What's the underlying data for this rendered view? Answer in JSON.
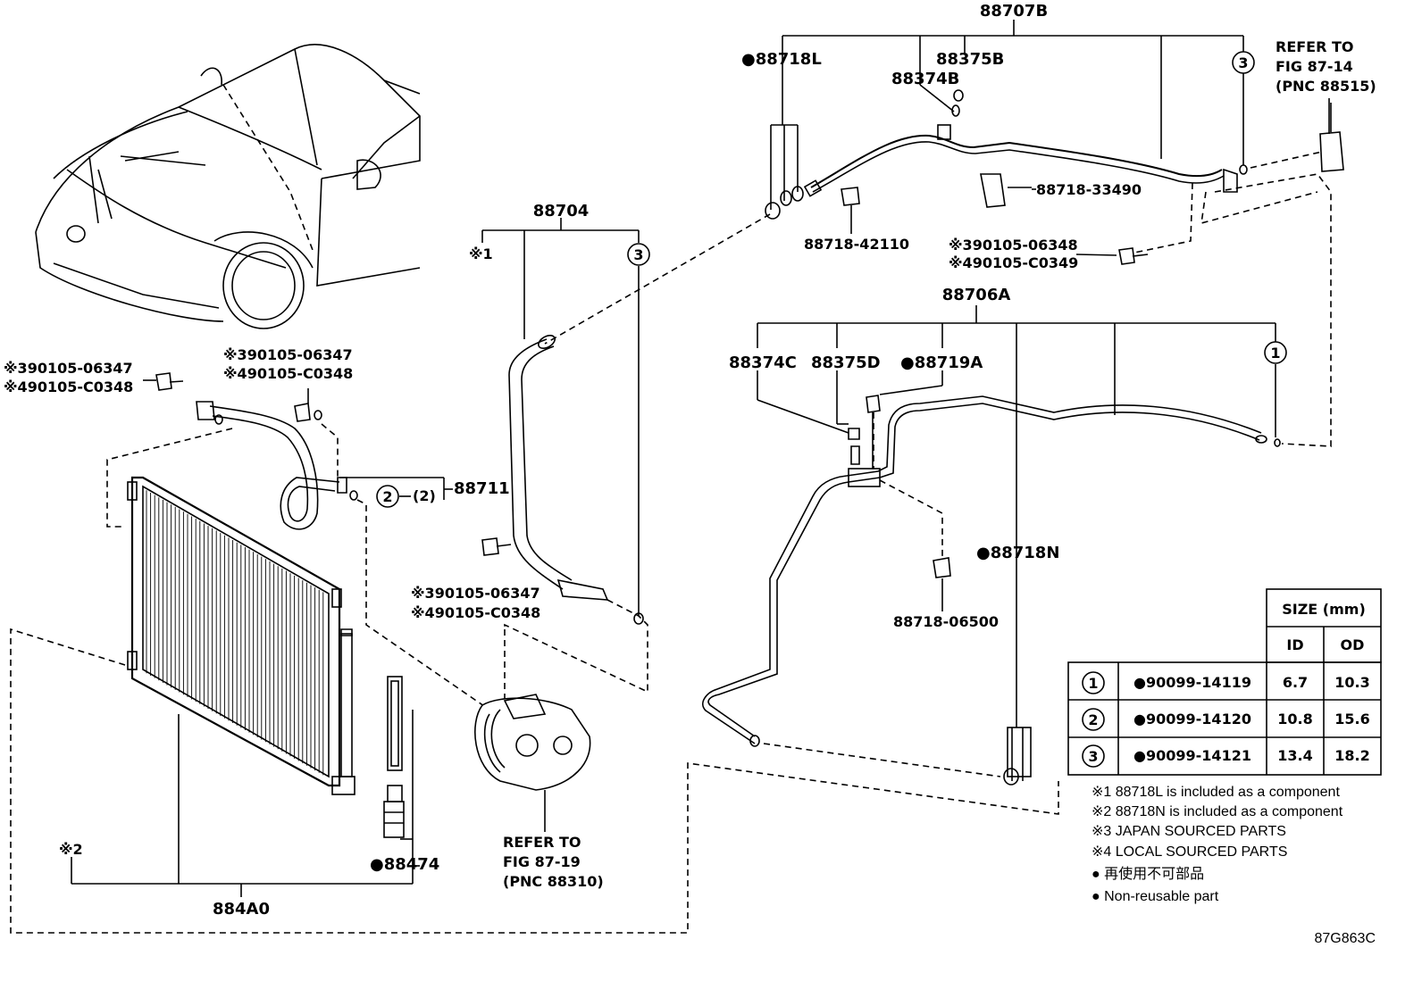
{
  "labels": {
    "p88707B": "88707B",
    "p88718L": "●88718L",
    "p88375B": "88375B",
    "p88374B": "88374B",
    "refer1": "REFER TO",
    "refer1b": "FIG 87-14",
    "refer1c": "(PNC 88515)",
    "p88718_33490": "88718-33490",
    "p88718_42110": "88718-42110",
    "x3_06348": "※390105-06348",
    "x4_C0349": "※490105-C0349",
    "p88704": "88704",
    "x1": "※1",
    "p88706A": "88706A",
    "p88374C": "88374C",
    "p88375D": "88375D",
    "p88719A": "●88719A",
    "p88718N": "●88718N",
    "p88718_06500": "88718-06500",
    "x3_06347_a": "※390105-06347",
    "x4_C0348_a": "※490105-C0348",
    "x3_06347_b": "※390105-06347",
    "x4_C0348_b": "※490105-C0348",
    "x3_06347_c": "※390105-06347",
    "x4_C0348_c": "※490105-C0348",
    "p88711": "88711",
    "paren2": "(2)",
    "x2": "※2",
    "p88474": "●88474",
    "p884A0": "884A0",
    "refer2": "REFER TO",
    "refer2b": "FIG 87-19",
    "refer2c": "(PNC 88310)",
    "fig_id": "87G863C",
    "circle1": "1",
    "circle2": "2",
    "circle3": "3"
  },
  "size_table": {
    "header": "SIZE (mm)",
    "col_id": "ID",
    "col_od": "OD",
    "rows": [
      {
        "mark": "1",
        "part": "●90099-14119",
        "id": "6.7",
        "od": "10.3"
      },
      {
        "mark": "2",
        "part": "●90099-14120",
        "id": "10.8",
        "od": "15.6"
      },
      {
        "mark": "3",
        "part": "●90099-14121",
        "id": "13.4",
        "od": "18.2"
      }
    ]
  },
  "notes": [
    "※1 88718L is included as a component",
    "※2 88718N is included as a component",
    "※3 JAPAN SOURCED PARTS",
    "※4 LOCAL SOURCED PARTS",
    "● 再使用不可部品",
    "● Non-reusable part"
  ]
}
